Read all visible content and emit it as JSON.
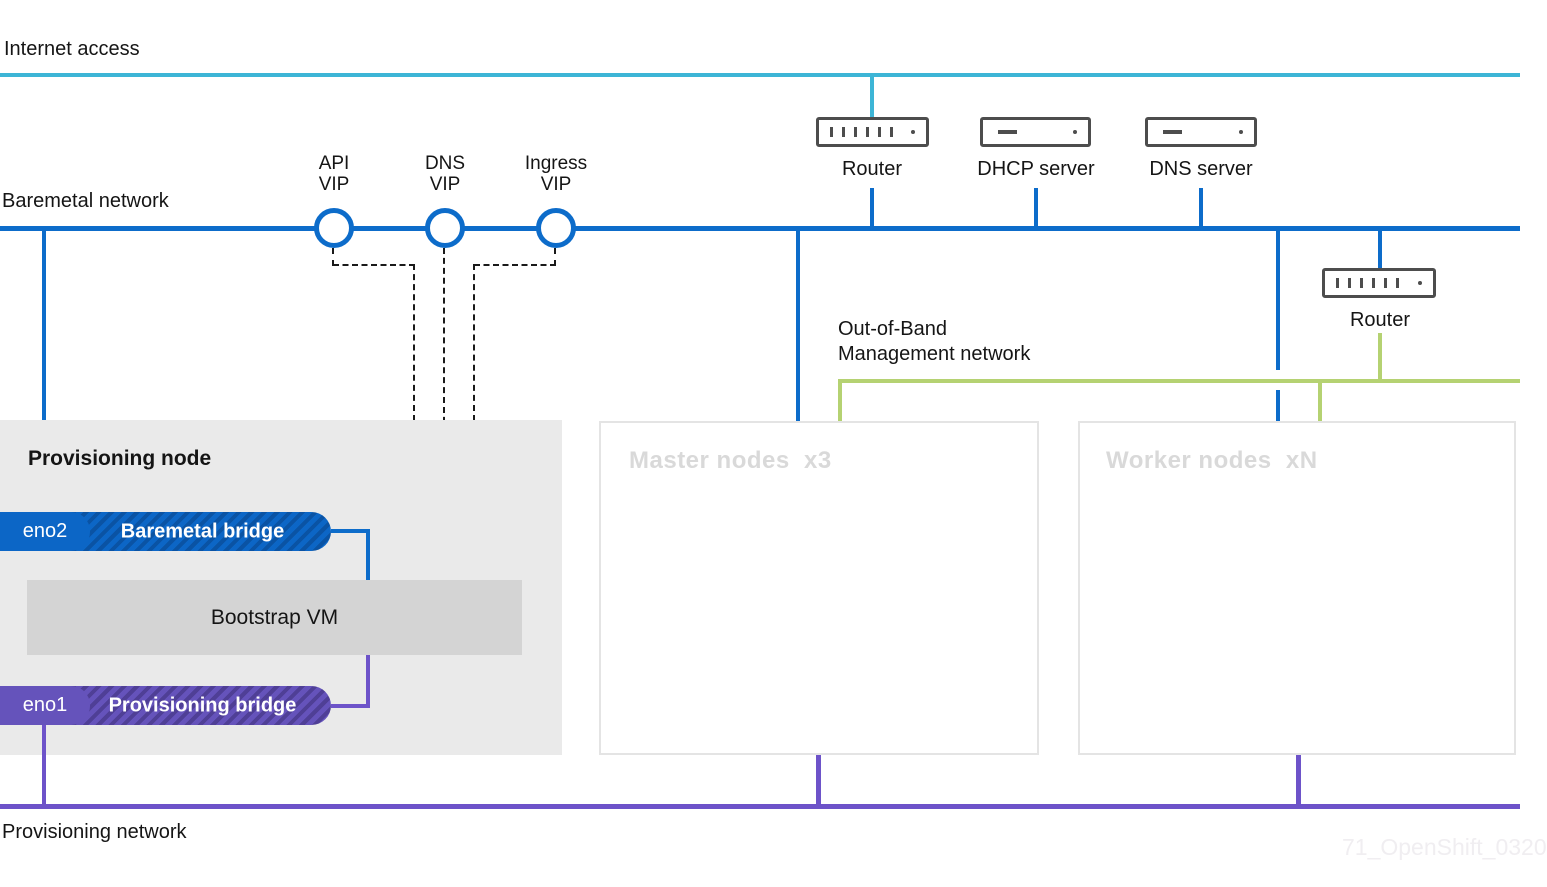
{
  "labels": {
    "internet_access": "Internet access",
    "baremetal_network": "Baremetal network",
    "oob_management_line1": "Out-of-Band",
    "oob_management_line2": "Management network",
    "provisioning_network": "Provisioning network"
  },
  "vips": [
    {
      "line1": "API",
      "line2": "VIP"
    },
    {
      "line1": "DNS",
      "line2": "VIP"
    },
    {
      "line1": "Ingress",
      "line2": "VIP"
    }
  ],
  "devices": {
    "top_router": "Router",
    "dhcp_server": "DHCP server",
    "dns_server": "DNS server",
    "right_router": "Router"
  },
  "provisioning_node": {
    "title": "Provisioning node",
    "nic2": "eno2",
    "baremetal_bridge": "Baremetal bridge",
    "bootstrap_vm": "Bootstrap VM",
    "nic1": "eno1",
    "provisioning_bridge": "Provisioning bridge"
  },
  "node_groups": {
    "master": "Master nodes  x3",
    "worker": "Worker nodes  xN"
  },
  "watermark": "71_OpenShift_0320",
  "colors": {
    "internet_line": "#3db5d6",
    "baremetal_line": "#0d6cca",
    "oob_line": "#b5d272",
    "provisioning_line": "#6d53c9",
    "bridge_blue_base": "#0c66c6",
    "bridge_blue_stripe": "#0a53a4",
    "bridge_purple_base": "#6553bb",
    "bridge_purple_stripe": "#4f3f96"
  }
}
